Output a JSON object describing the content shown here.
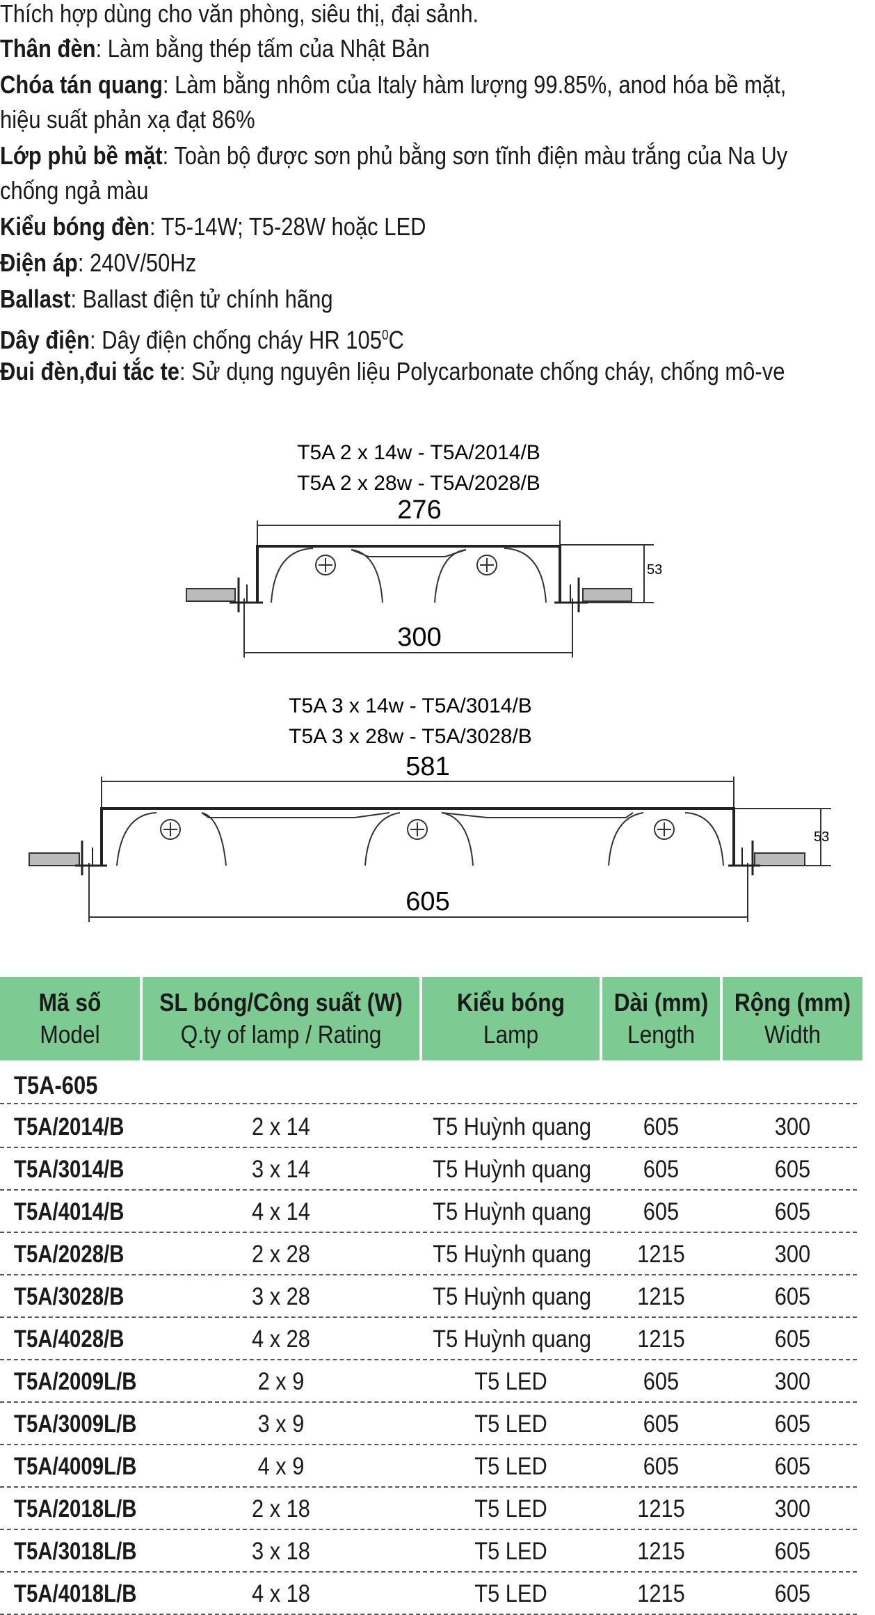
{
  "specs": [
    {
      "label": "",
      "text": "Thích hợp dùng cho văn phòng, siêu thị, đại sảnh."
    },
    {
      "label": "Thân đèn",
      "text": ": Làm bằng thép tấm của Nhật Bản"
    },
    {
      "label": "Chóa tán quang",
      "text": ": Làm bằng nhôm của Italy hàm lượng 99.85%, anod hóa bề mặt,"
    },
    {
      "label": "",
      "text": "hiệu suất phản xạ đạt 86%"
    },
    {
      "label": "Lớp phủ bề mặt",
      "text": ": Toàn bộ được sơn phủ bằng sơn tĩnh điện màu trắng của Na Uy"
    },
    {
      "label": "",
      "text": "chống ngả màu"
    },
    {
      "label": "Kiểu bóng đèn",
      "text": ": T5-14W; T5-28W hoặc LED"
    },
    {
      "label": "Điện áp",
      "text": ": 240V/50Hz"
    },
    {
      "label": "Ballast",
      "text": ": Ballast điện tử chính hãng"
    },
    {
      "label": "Dây điện",
      "text": ": Dây điện chống cháy HR 105",
      "sup": "0",
      "suffix": "C"
    },
    {
      "label": "Đui đèn,đui tắc te",
      "text": ": Sử dụng nguyên liệu Polycarbonate chống cháy, chống mô-ve"
    }
  ],
  "drawing1": {
    "caption1": "T5A 2 x 14w -  T5A/2014/B",
    "caption2": "T5A 2 x 28w -  T5A/2028/B",
    "top_dim": "276",
    "bottom_dim": "300",
    "height_dim": "53"
  },
  "drawing2": {
    "caption1": "T5A 3 x 14w -  T5A/3014/B",
    "caption2": "T5A 3 x 28w -  T5A/3028/B",
    "top_dim": "581",
    "bottom_dim": "605",
    "height_dim": "53"
  },
  "table": {
    "header_color": "#7dca92",
    "headers": [
      {
        "vn": "Mã số",
        "en": "Model"
      },
      {
        "vn": "SL bóng/Công suất (W)",
        "en": "Q.ty of lamp / Rating"
      },
      {
        "vn": "Kiểu bóng",
        "en": "Lamp"
      },
      {
        "vn": "Dài (mm)",
        "en": "Length"
      },
      {
        "vn": "Rộng (mm)",
        "en": "Width"
      }
    ],
    "group_title": "T5A-605",
    "rows": [
      {
        "model": "T5A/2014/B",
        "qty": "2 x 14",
        "lamp": "T5 Huỳnh quang",
        "length": "605",
        "width": "300"
      },
      {
        "model": "T5A/3014/B",
        "qty": "3 x 14",
        "lamp": "T5 Huỳnh quang",
        "length": "605",
        "width": "605"
      },
      {
        "model": "T5A/4014/B",
        "qty": "4 x 14",
        "lamp": "T5 Huỳnh quang",
        "length": "605",
        "width": "605"
      },
      {
        "model": "T5A/2028/B",
        "qty": "2 x 28",
        "lamp": "T5 Huỳnh quang",
        "length": "1215",
        "width": "300"
      },
      {
        "model": "T5A/3028/B",
        "qty": "3 x 28",
        "lamp": "T5 Huỳnh quang",
        "length": "1215",
        "width": "605"
      },
      {
        "model": "T5A/4028/B",
        "qty": "4 x 28",
        "lamp": "T5 Huỳnh quang",
        "length": "1215",
        "width": "605"
      },
      {
        "model": "T5A/2009L/B",
        "qty": "2 x 9",
        "lamp": "T5 LED",
        "length": "605",
        "width": "300"
      },
      {
        "model": "T5A/3009L/B",
        "qty": "3 x 9",
        "lamp": "T5 LED",
        "length": "605",
        "width": "605"
      },
      {
        "model": "T5A/4009L/B",
        "qty": "4 x 9",
        "lamp": "T5 LED",
        "length": "605",
        "width": "605"
      },
      {
        "model": "T5A/2018L/B",
        "qty": "2 x 18",
        "lamp": "T5 LED",
        "length": "1215",
        "width": "300"
      },
      {
        "model": "T5A/3018L/B",
        "qty": "3 x 18",
        "lamp": "T5 LED",
        "length": "1215",
        "width": "605"
      },
      {
        "model": "T5A/4018L/B",
        "qty": "4 x 18",
        "lamp": "T5 LED",
        "length": "1215",
        "width": "605"
      }
    ]
  }
}
